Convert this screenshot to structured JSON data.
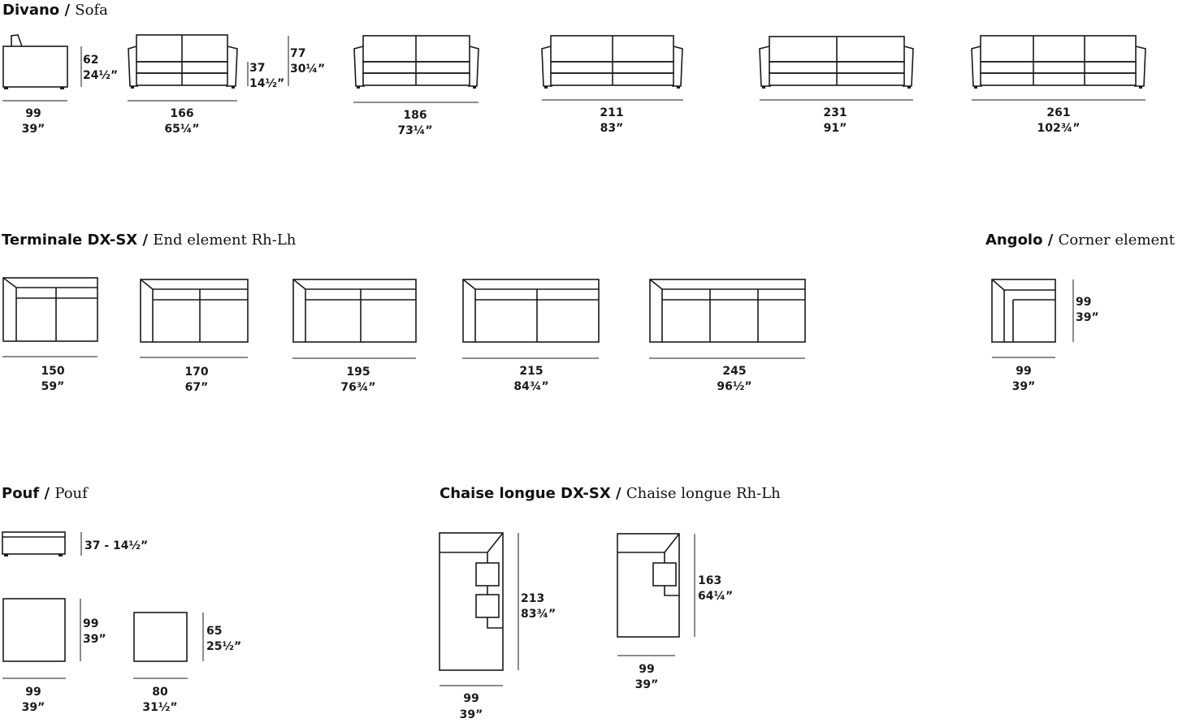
{
  "sections": {
    "sofa": {
      "title_it": "Divano",
      "title_en": "Sofa"
    },
    "end": {
      "title_it": "Terminale DX-SX",
      "title_en": "End element Rh-Lh"
    },
    "corner": {
      "title_it": "Angolo",
      "title_en": "Corner element"
    },
    "pouf": {
      "title_it": "Pouf",
      "title_en": "Pouf"
    },
    "chaise": {
      "title_it": "Chaise longue DX-SX",
      "title_en": "Chaise longue Rh-Lh"
    }
  },
  "dims": {
    "sofa_side_h": {
      "cm": "62",
      "in": "24½”"
    },
    "sofa_side_w": {
      "cm": "99",
      "in": "39”"
    },
    "sofa_seat_h": {
      "cm": "37",
      "in": "14½”"
    },
    "sofa_total_h": {
      "cm": "77",
      "in": "30¼”"
    },
    "sofa_166": {
      "cm": "166",
      "in": "65¼”"
    },
    "sofa_186": {
      "cm": "186",
      "in": "73¼”"
    },
    "sofa_211": {
      "cm": "211",
      "in": "83”"
    },
    "sofa_231": {
      "cm": "231",
      "in": "91”"
    },
    "sofa_261": {
      "cm": "261",
      "in": "102¾”"
    },
    "end_150": {
      "cm": "150",
      "in": "59”"
    },
    "end_170": {
      "cm": "170",
      "in": "67”"
    },
    "end_195": {
      "cm": "195",
      "in": "76¾”"
    },
    "end_215": {
      "cm": "215",
      "in": "84¾”"
    },
    "end_245": {
      "cm": "245",
      "in": "96½”"
    },
    "corner_d": {
      "cm": "99",
      "in": "39”"
    },
    "corner_w": {
      "cm": "99",
      "in": "39”"
    },
    "pouf_h": {
      "text": "37 - 14½”"
    },
    "pouf_big_d": {
      "cm": "99",
      "in": "39”"
    },
    "pouf_big_w": {
      "cm": "99",
      "in": "39”"
    },
    "pouf_small_d": {
      "cm": "65",
      "in": "25½”"
    },
    "pouf_small_w": {
      "cm": "80",
      "in": "31½”"
    },
    "chaise_long_d": {
      "cm": "213",
      "in": "83¾”"
    },
    "chaise_long_w": {
      "cm": "99",
      "in": "39”"
    },
    "chaise_short_d": {
      "cm": "163",
      "in": "64¼”"
    },
    "chaise_short_w": {
      "cm": "99",
      "in": "39”"
    }
  }
}
